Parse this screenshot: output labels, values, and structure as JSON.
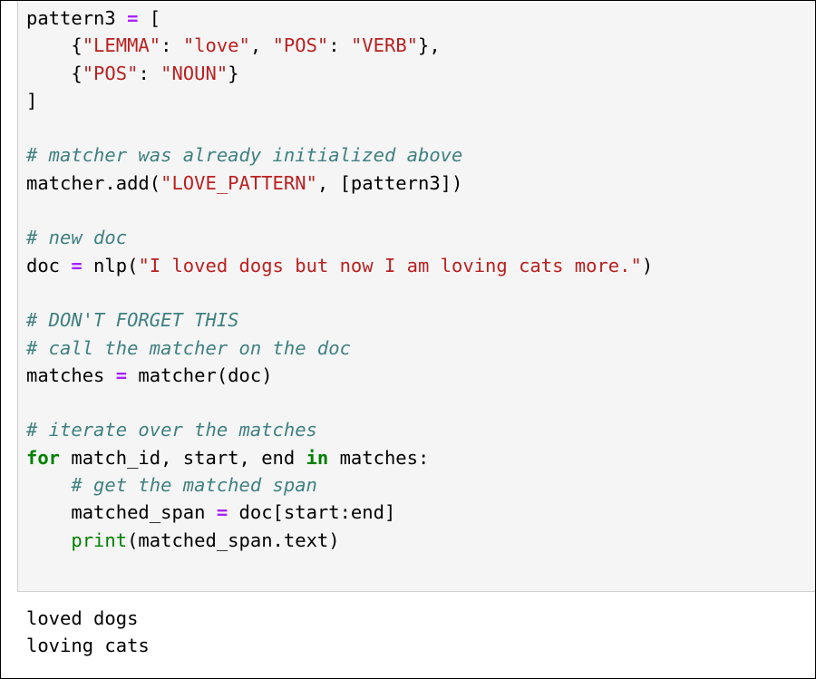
{
  "input": {
    "lines": [
      [
        {
          "t": "pattern3 ",
          "c": ""
        },
        {
          "t": "=",
          "c": "op"
        },
        {
          "t": " [",
          "c": ""
        }
      ],
      [
        {
          "t": "    {",
          "c": ""
        },
        {
          "t": "\"LEMMA\"",
          "c": "str"
        },
        {
          "t": ": ",
          "c": ""
        },
        {
          "t": "\"love\"",
          "c": "str"
        },
        {
          "t": ", ",
          "c": ""
        },
        {
          "t": "\"POS\"",
          "c": "str"
        },
        {
          "t": ": ",
          "c": ""
        },
        {
          "t": "\"VERB\"",
          "c": "str"
        },
        {
          "t": "},",
          "c": ""
        }
      ],
      [
        {
          "t": "    {",
          "c": ""
        },
        {
          "t": "\"POS\"",
          "c": "str"
        },
        {
          "t": ": ",
          "c": ""
        },
        {
          "t": "\"NOUN\"",
          "c": "str"
        },
        {
          "t": "}",
          "c": ""
        }
      ],
      [
        {
          "t": "]",
          "c": ""
        }
      ],
      [],
      [
        {
          "t": "# matcher was already initialized above",
          "c": "com"
        }
      ],
      [
        {
          "t": "matcher.add(",
          "c": ""
        },
        {
          "t": "\"LOVE_PATTERN\"",
          "c": "str"
        },
        {
          "t": ", [pattern3])",
          "c": ""
        }
      ],
      [],
      [
        {
          "t": "# new doc",
          "c": "com"
        }
      ],
      [
        {
          "t": "doc ",
          "c": ""
        },
        {
          "t": "=",
          "c": "op"
        },
        {
          "t": " nlp(",
          "c": ""
        },
        {
          "t": "\"I loved dogs but now I am loving cats more.\"",
          "c": "str"
        },
        {
          "t": ")",
          "c": ""
        }
      ],
      [],
      [
        {
          "t": "# DON'T FORGET THIS",
          "c": "com"
        }
      ],
      [
        {
          "t": "# call the matcher on the doc",
          "c": "com"
        }
      ],
      [
        {
          "t": "matches ",
          "c": ""
        },
        {
          "t": "=",
          "c": "op"
        },
        {
          "t": " matcher(doc)",
          "c": ""
        }
      ],
      [],
      [
        {
          "t": "# iterate over the matches",
          "c": "com"
        }
      ],
      [
        {
          "t": "for",
          "c": "kw"
        },
        {
          "t": " match_id, start, end ",
          "c": ""
        },
        {
          "t": "in",
          "c": "kw"
        },
        {
          "t": " matches:",
          "c": ""
        }
      ],
      [
        {
          "t": "    ",
          "c": ""
        },
        {
          "t": "# get the matched span",
          "c": "com"
        }
      ],
      [
        {
          "t": "    matched_span ",
          "c": ""
        },
        {
          "t": "=",
          "c": "op"
        },
        {
          "t": " doc[start:end]",
          "c": ""
        }
      ],
      [
        {
          "t": "    ",
          "c": ""
        },
        {
          "t": "print",
          "c": "bi"
        },
        {
          "t": "(matched_span.text)",
          "c": ""
        }
      ]
    ]
  },
  "output": {
    "lines": [
      "loved dogs",
      "loving cats"
    ]
  }
}
